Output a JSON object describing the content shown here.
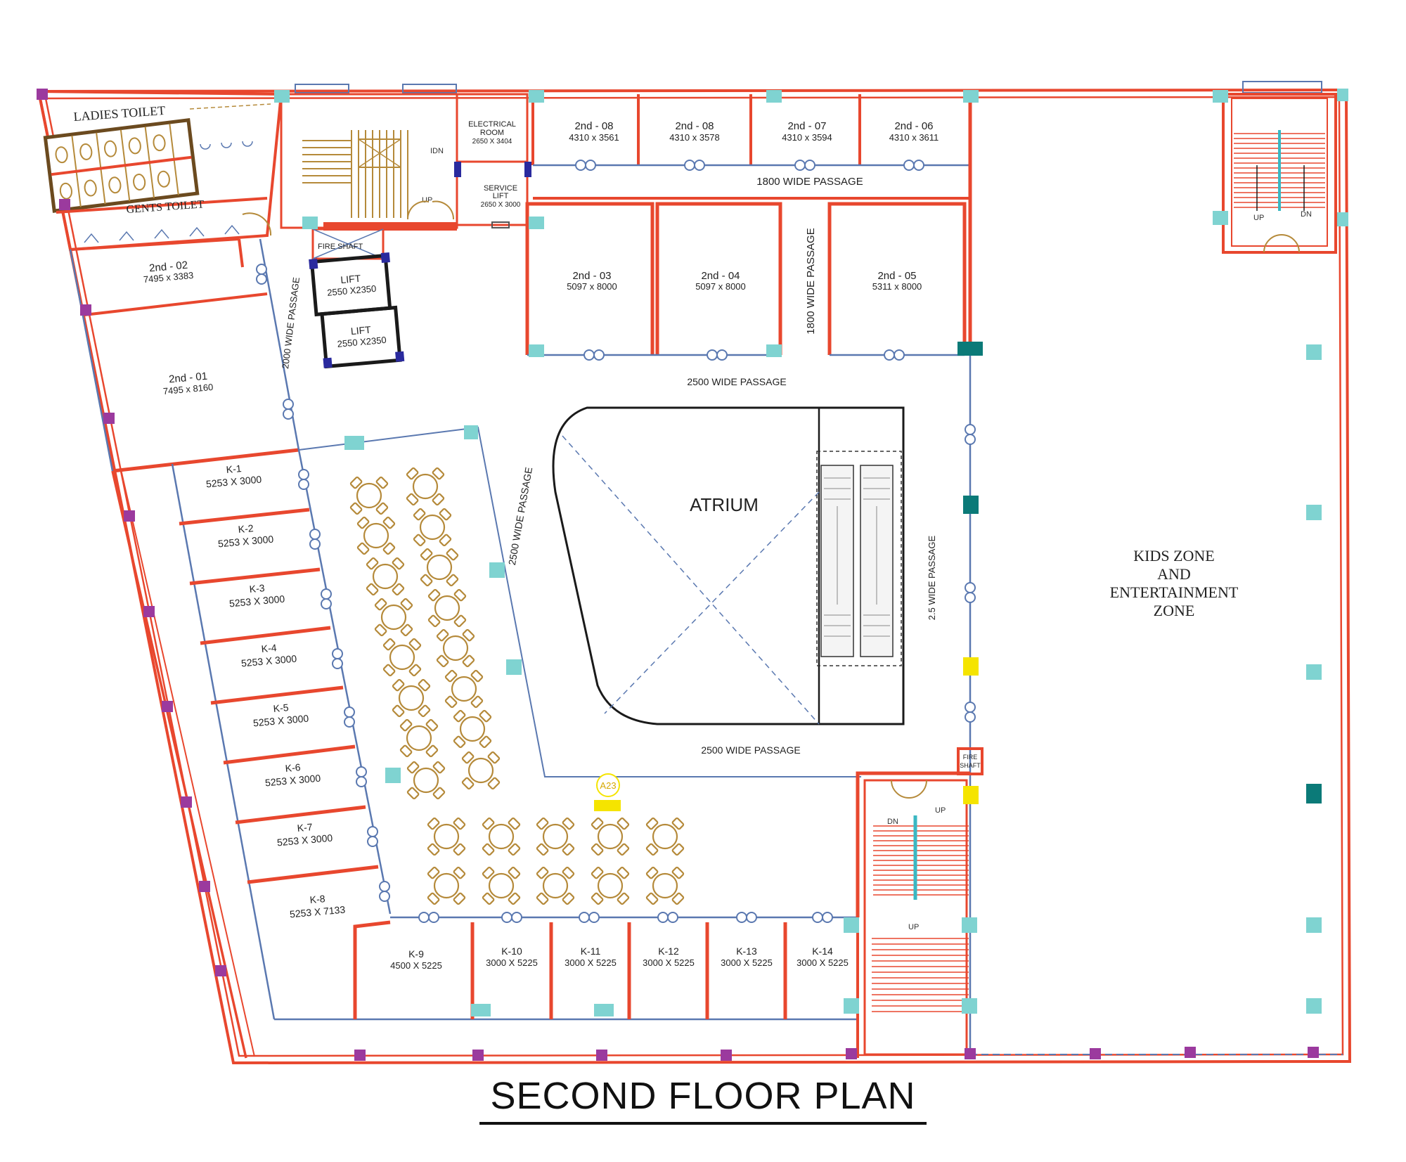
{
  "plan_title": "SECOND FLOOR PLAN",
  "colors": {
    "wall": "#e8472e",
    "partition": "#5a78b0",
    "column_teal": "#7fd3d1",
    "column_purple": "#9b3a9e",
    "column_dark_teal": "#0b7a78",
    "marker_yellow": "#f5e400",
    "furniture": "#b58a3a",
    "lift_frame": "#1a1a1a",
    "lift_corner": "#2a2a9e"
  },
  "toilets": {
    "ladies": "LADIES TOILET",
    "gents": "GENTS TOILET"
  },
  "service_rooms": {
    "electrical": {
      "name": "ELECTRICAL",
      "name2": "ROOM",
      "size": "2650 X 3404"
    },
    "service_lift": {
      "name": "SERVICE",
      "name2": "LIFT",
      "size": "2650 X 3000"
    },
    "fire_shaft_1": "FIRE SHAFT",
    "fire_shaft_2": "FIRE",
    "fire_shaft_2b": "SHAFT",
    "lift_1": {
      "name": "LIFT",
      "size": "2550 X2350"
    },
    "lift_2": {
      "name": "LIFT",
      "size": "2550 X2350"
    }
  },
  "shops": [
    {
      "id": "2nd - 08",
      "size": "4310 x 3561"
    },
    {
      "id": "2nd - 08",
      "size": "4310 x 3578"
    },
    {
      "id": "2nd - 07",
      "size": "4310 x 3594"
    },
    {
      "id": "2nd - 06",
      "size": "4310 x 3611"
    },
    {
      "id": "2nd - 03",
      "size": "5097 x 8000"
    },
    {
      "id": "2nd - 04",
      "size": "5097 x 8000"
    },
    {
      "id": "2nd - 05",
      "size": "5311 x 8000"
    },
    {
      "id": "2nd - 02",
      "size": "7495 x 3383"
    },
    {
      "id": "2nd - 01",
      "size": "7495 x 8160"
    }
  ],
  "kiosks_left": [
    {
      "id": "K-1",
      "size": "5253 X 3000"
    },
    {
      "id": "K-2",
      "size": "5253 X 3000"
    },
    {
      "id": "K-3",
      "size": "5253 X 3000"
    },
    {
      "id": "K-4",
      "size": "5253 X 3000"
    },
    {
      "id": "K-5",
      "size": "5253 X 3000"
    },
    {
      "id": "K-6",
      "size": "5253 X 3000"
    },
    {
      "id": "K-7",
      "size": "5253 X 3000"
    },
    {
      "id": "K-8",
      "size": "5253 X 7133"
    }
  ],
  "kiosks_bottom": [
    {
      "id": "K-9",
      "size": "4500 X 5225"
    },
    {
      "id": "K-10",
      "size": "3000 X 5225"
    },
    {
      "id": "K-11",
      "size": "3000 X 5225"
    },
    {
      "id": "K-12",
      "size": "3000 X 5225"
    },
    {
      "id": "K-13",
      "size": "3000 X 5225"
    },
    {
      "id": "K-14",
      "size": "3000 X 5225"
    }
  ],
  "passages": {
    "p1800_h": "1800 WIDE PASSAGE",
    "p1800_v": "1800 WIDE PASSAGE",
    "p2000_v": "2000 WIDE PASSAGE",
    "p2500_top": "2500 WIDE PASSAGE",
    "p2500_v": "2500 WIDE PASSAGE",
    "p2500_bottom": "2500 WIDE PASSAGE",
    "p25_v": "2.5 WIDE PASSAGE"
  },
  "atrium": "ATRIUM",
  "kids_zone": [
    "KIDS ZONE",
    "AND",
    "ENTERTAINMENT",
    "ZONE"
  ],
  "marker_label": "A23",
  "stairs": {
    "up": "UP",
    "dn": "DN",
    "idn": "IDN"
  }
}
